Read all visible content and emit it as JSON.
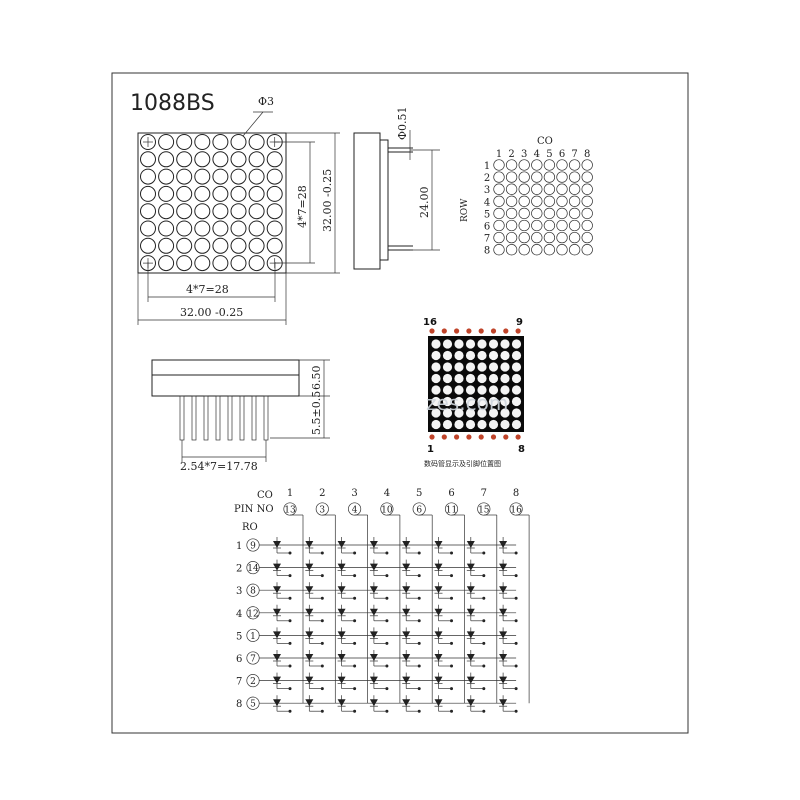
{
  "title": "1088BS",
  "phi3": "Φ3",
  "phi051": "Φ0.51",
  "front": {
    "dim_pitch_h": "4*7=28",
    "dim_width": "32.00 -0.25",
    "dim_pitch_v": "4*7=28",
    "dim_height": "32.00 -0.25"
  },
  "side": {
    "dim_pin_len": "24.00"
  },
  "bottom": {
    "dim_body": "6.50",
    "dim_pin": "5.5±0.5",
    "dim_pitch": "2.54*7=17.78"
  },
  "small_matrix": {
    "co_label": "CO",
    "row_label": "ROW",
    "col_numbers": [
      "1",
      "2",
      "3",
      "4",
      "5",
      "6",
      "7",
      "8"
    ],
    "row_numbers": [
      "1",
      "2",
      "3",
      "4",
      "5",
      "6",
      "7",
      "8"
    ]
  },
  "photo": {
    "pin_top_left": "16",
    "pin_top_right": "9",
    "pin_bottom_left": "1",
    "pin_bottom_right": "8",
    "watermark": "zes.com",
    "caption": "数码管显示及引脚位置图",
    "pin_color": "#c0442a"
  },
  "schematic": {
    "co_label": "CO",
    "pin_no_label": "PIN NO",
    "ro_label": "RO",
    "col_numbers": [
      "1",
      "2",
      "3",
      "4",
      "5",
      "6",
      "7",
      "8"
    ],
    "col_pins": [
      "13",
      "3",
      "4",
      "10",
      "6",
      "11",
      "15",
      "16"
    ],
    "row_numbers": [
      "1",
      "2",
      "3",
      "4",
      "5",
      "6",
      "7",
      "8"
    ],
    "row_pins": [
      "9",
      "14",
      "8",
      "12",
      "1",
      "7",
      "2",
      "5"
    ]
  }
}
